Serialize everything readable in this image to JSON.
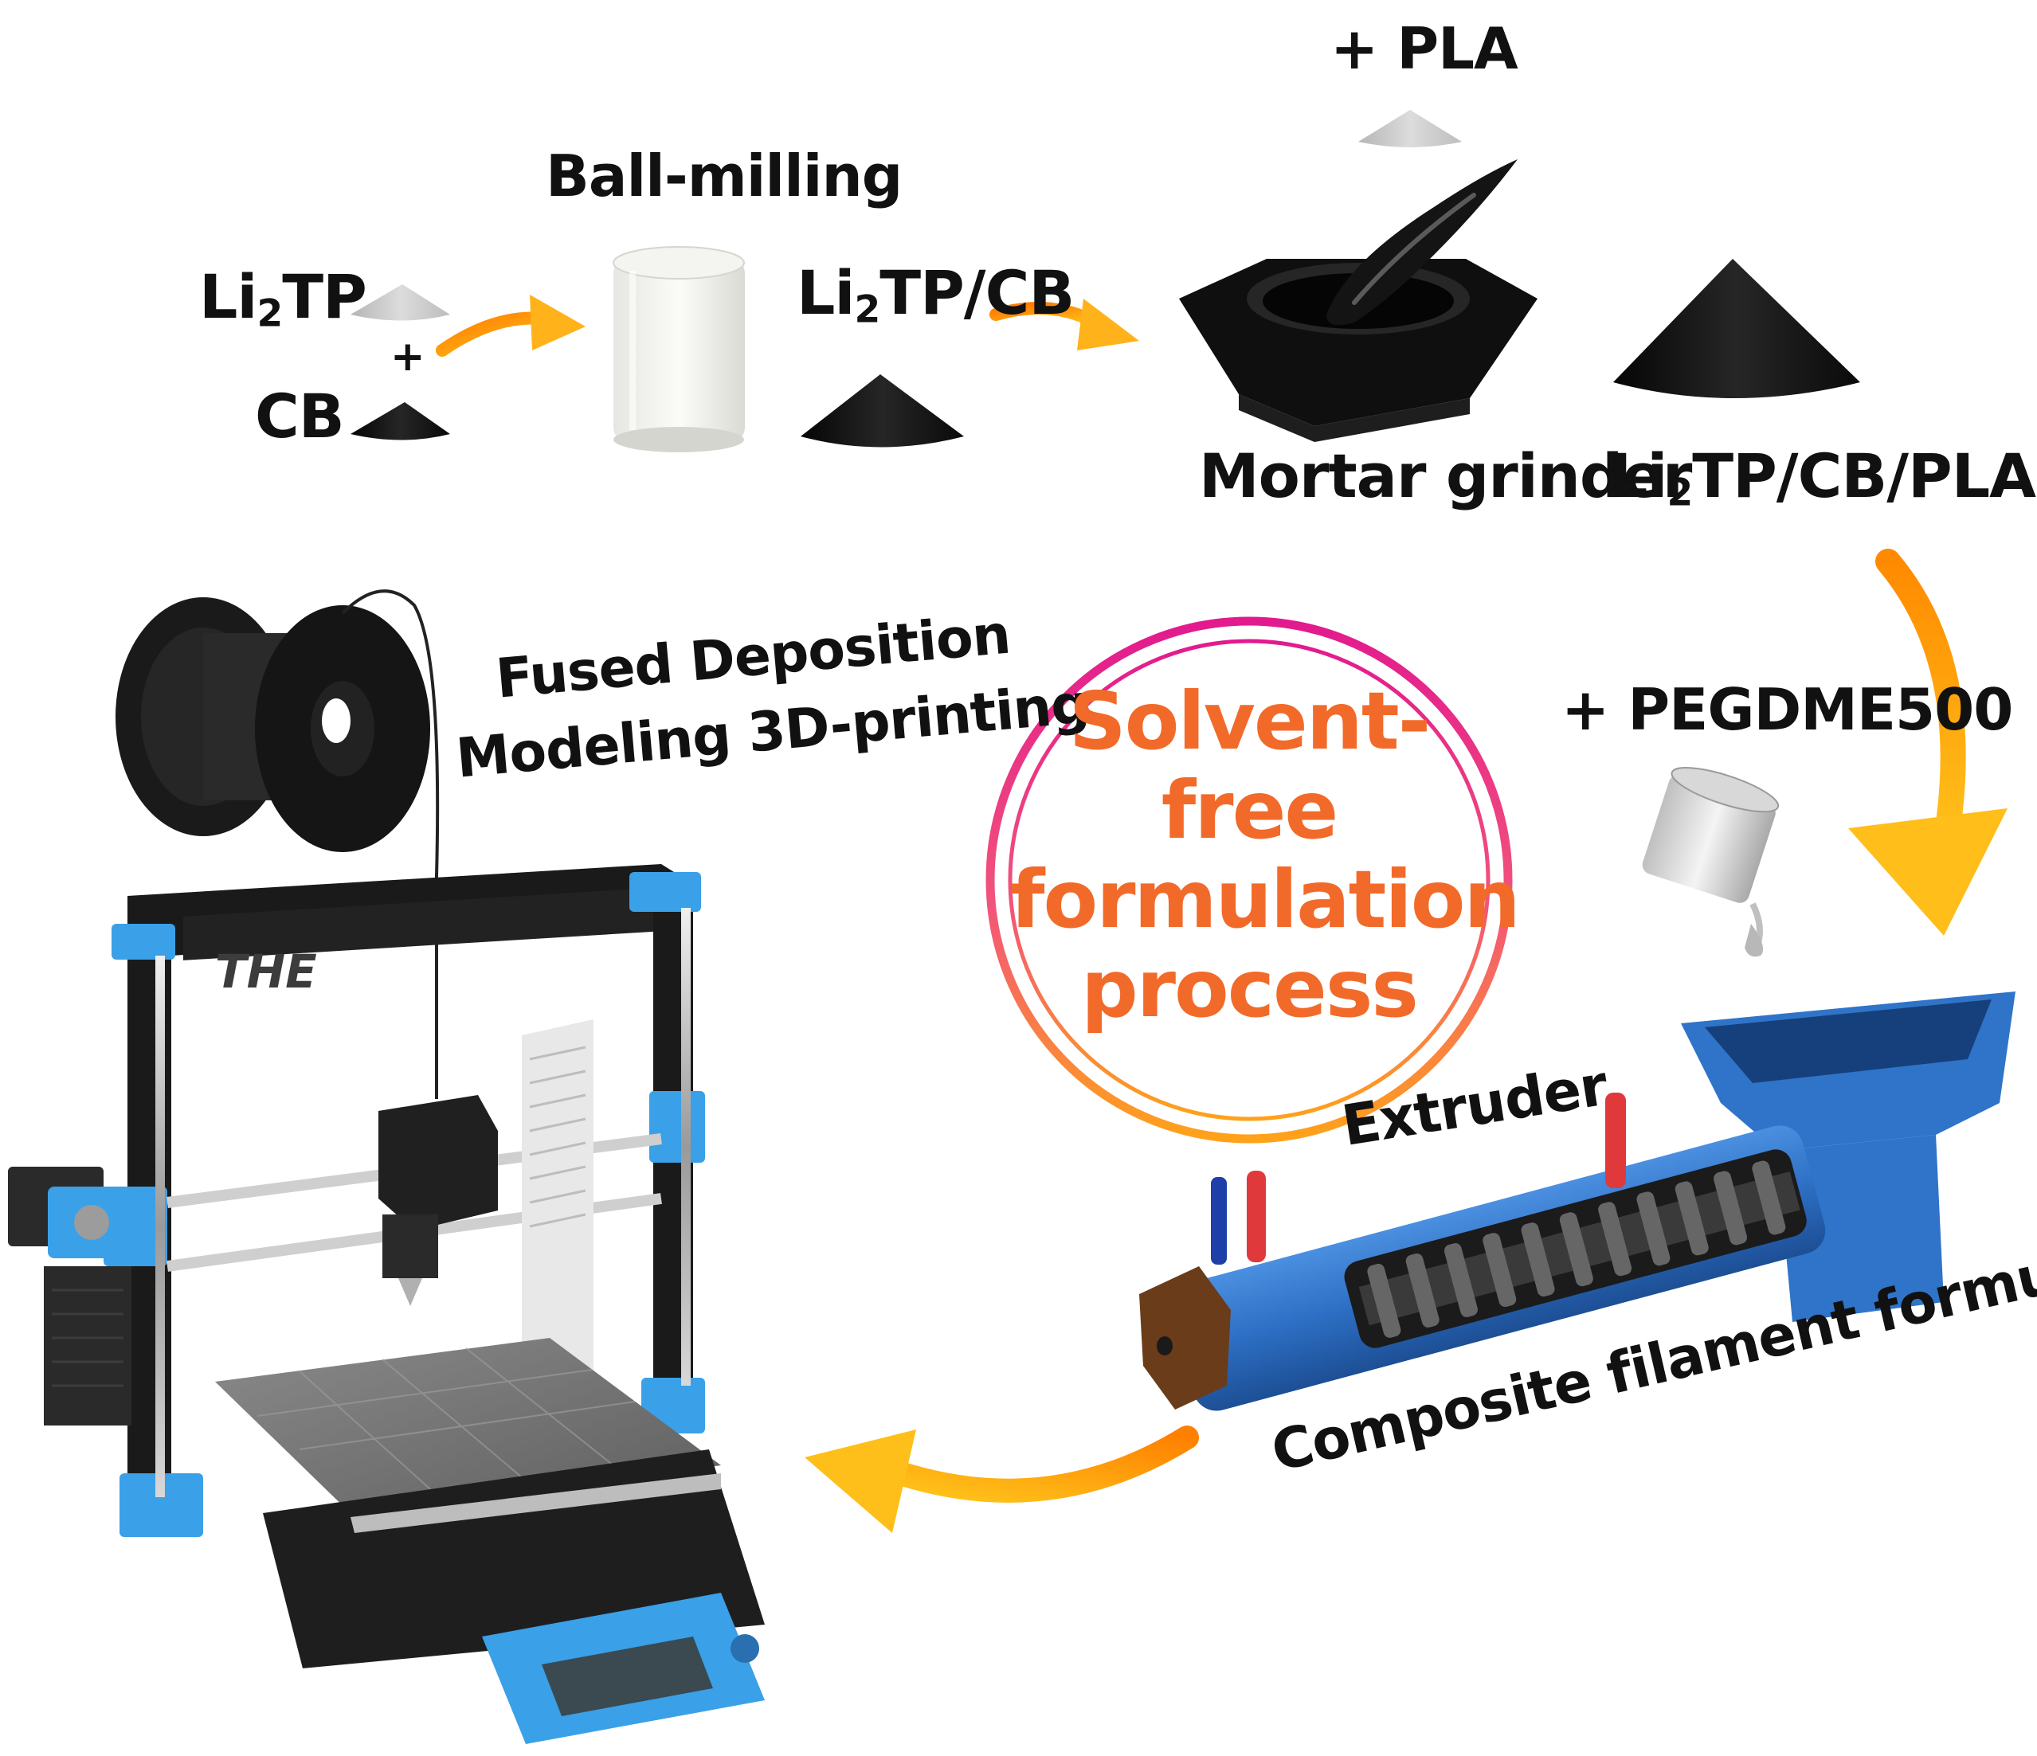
{
  "labels": {
    "li2tp_prefix": "Li",
    "li2tp_sub": "2",
    "li2tp_suffix": "TP",
    "plus": "+",
    "cb": "CB",
    "ball_milling": "Ball-milling",
    "li2tp_cb_prefix": "Li",
    "li2tp_cb_sub": "2",
    "li2tp_cb_suffix": "TP/CB",
    "plus_pla": "+ PLA",
    "mortar_grinder": "Mortar grinder",
    "li2tp_cb_pla_prefix": "Li",
    "li2tp_cb_pla_sub": "2",
    "li2tp_cb_pla_suffix": "TP/CB/PLA",
    "plus_pegdme": "+ PEGDME500",
    "extruder": "Extruder",
    "composite_filament": "Composite filament formulation",
    "fdm_line1": "Fused Deposition",
    "fdm_line2": "Modeling 3D-printing"
  },
  "center": {
    "line1": "Solvent-free",
    "line2": "formulation",
    "line3": "process"
  },
  "printer_frame_text": "THE",
  "colors": {
    "arrow_start": "#ff8a00",
    "arrow_end": "#ffc21a",
    "ring_outer": "#e0208c",
    "ring_inner": "#ff9a1a",
    "center_text": "#f26a2a",
    "printer_blue": "#3aa0e8",
    "extruder_blue": "#2f74c8",
    "powder_gray": "#c8c8c8",
    "powder_black": "#111111"
  }
}
